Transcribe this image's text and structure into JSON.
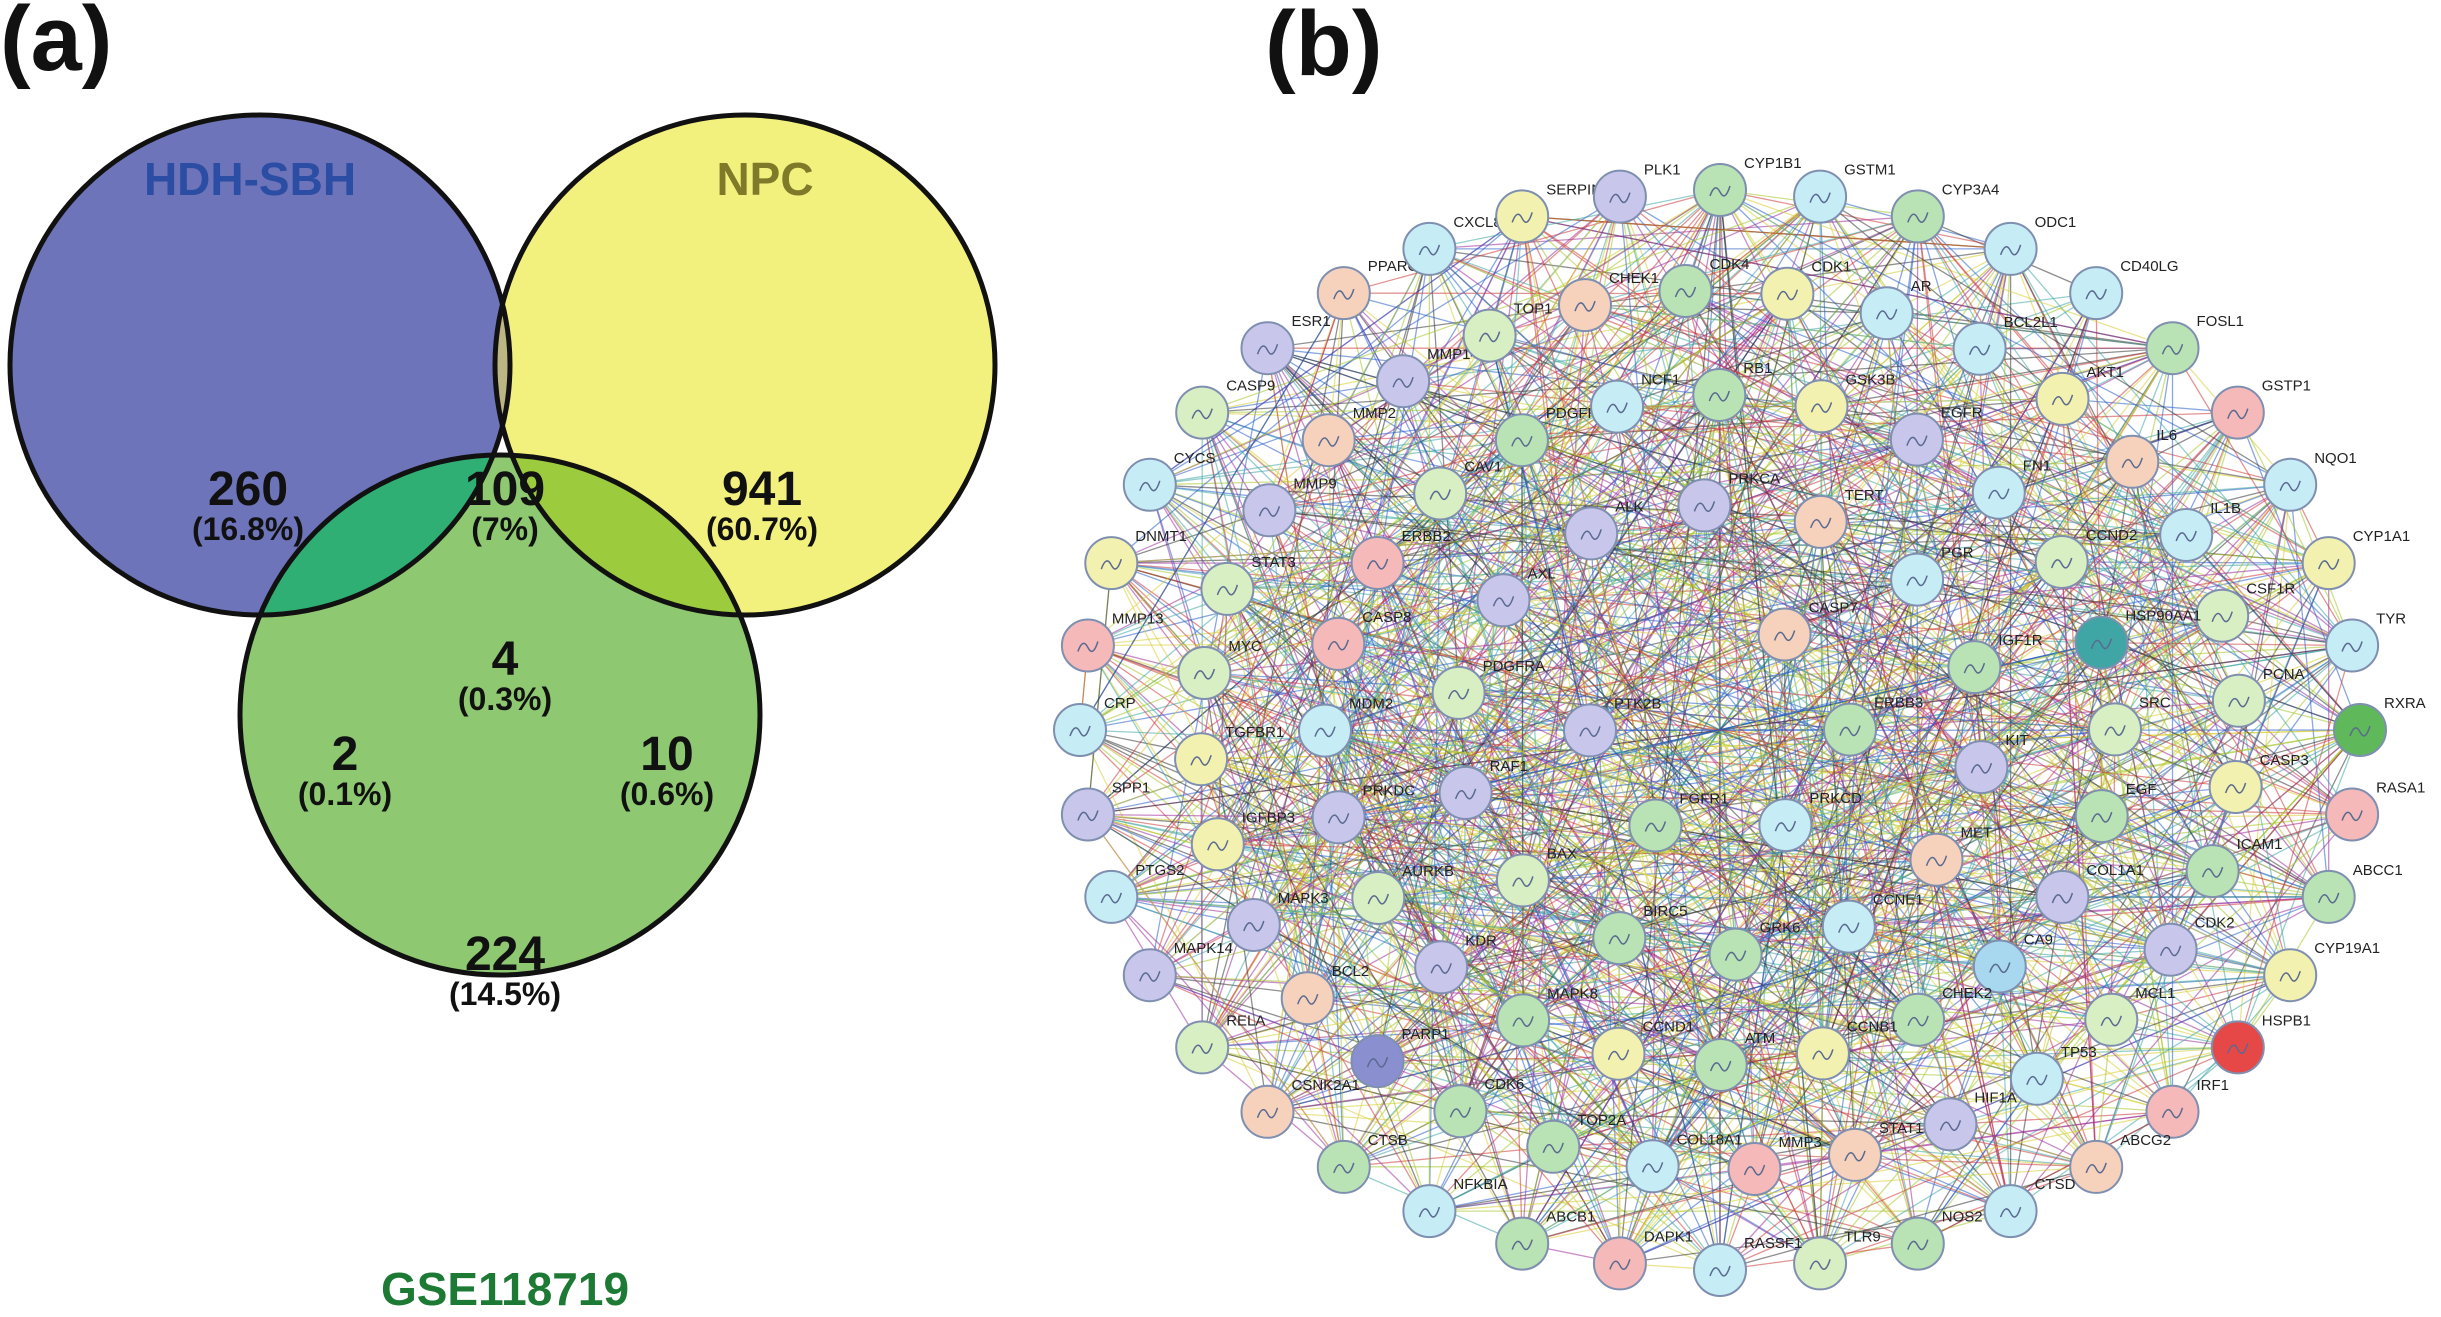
{
  "panels": {
    "a_label": "(a)",
    "b_label": "(b)"
  },
  "venn": {
    "sets": [
      {
        "name": "HDH-SBH",
        "color": "#2b4da3",
        "fill": "#6e74ba"
      },
      {
        "name": "NPC",
        "color": "#7f7a2a",
        "fill": "#f3f17e"
      },
      {
        "name": "GSE118719",
        "color": "#1d7a35",
        "fill": "#8ec972"
      }
    ],
    "regions": [
      {
        "id": "hdh-only",
        "count": "260",
        "pct": "(16.8%)"
      },
      {
        "id": "hdh-npc",
        "count": "109",
        "pct": "(7%)"
      },
      {
        "id": "npc-only",
        "count": "941",
        "pct": "(60.7%)"
      },
      {
        "id": "all-three",
        "count": "4",
        "pct": "(0.3%)"
      },
      {
        "id": "hdh-gse",
        "count": "2",
        "pct": "(0.1%)"
      },
      {
        "id": "npc-gse",
        "count": "10",
        "pct": "(0.6%)"
      },
      {
        "id": "gse-only",
        "count": "224",
        "pct": "(14.5%)"
      }
    ]
  },
  "network": {
    "colors": [
      "#b9e3b4",
      "#c6ecf5",
      "#f5b9b9",
      "#c9c6ec",
      "#f3f1b0",
      "#f6d2bd",
      "#a7d8f0",
      "#d8eec3"
    ],
    "edge_colors": [
      "#333333",
      "#a6c62a",
      "#9b2f9b",
      "#2a5fc9",
      "#d9cd35",
      "#3fa5a5",
      "#cc3b3b"
    ],
    "nodes": [
      {
        "label": "CYP1B1",
        "color": "#b9e3b4"
      },
      {
        "label": "GSTM1",
        "color": "#c6ecf5"
      },
      {
        "label": "CYP3A4",
        "color": "#b9e3b4"
      },
      {
        "label": "ODC1",
        "color": "#c6ecf5"
      },
      {
        "label": "CD40LG",
        "color": "#c6ecf5"
      },
      {
        "label": "FOSL1",
        "color": "#b9e3b4"
      },
      {
        "label": "GSTP1",
        "color": "#f5b9b9"
      },
      {
        "label": "NQO1",
        "color": "#c6ecf5"
      },
      {
        "label": "CYP1A1",
        "color": "#f3f1b0"
      },
      {
        "label": "TYR",
        "color": "#c6ecf5"
      },
      {
        "label": "RXRA",
        "color": "#5fb85a"
      },
      {
        "label": "RASA1",
        "color": "#f5b9b9"
      },
      {
        "label": "ABCC1",
        "color": "#b9e3b4"
      },
      {
        "label": "CYP19A1",
        "color": "#f3f1b0"
      },
      {
        "label": "HSPB1",
        "color": "#e64848"
      },
      {
        "label": "IRF1",
        "color": "#f5b9b9"
      },
      {
        "label": "ABCG2",
        "color": "#f6d2bd"
      },
      {
        "label": "CTSD",
        "color": "#c6ecf5"
      },
      {
        "label": "NOS2",
        "color": "#b9e3b4"
      },
      {
        "label": "TLR9",
        "color": "#d8eec3"
      },
      {
        "label": "RASSF1",
        "color": "#c6ecf5"
      },
      {
        "label": "DAPK1",
        "color": "#f5b9b9"
      },
      {
        "label": "ABCB1",
        "color": "#b9e3b4"
      },
      {
        "label": "NFKBIA",
        "color": "#c6ecf5"
      },
      {
        "label": "CTSB",
        "color": "#b9e3b4"
      },
      {
        "label": "CSNK2A1",
        "color": "#f6d2bd"
      },
      {
        "label": "RELA",
        "color": "#d8eec3"
      },
      {
        "label": "MAPK14",
        "color": "#c9c6ec"
      },
      {
        "label": "PTGS2",
        "color": "#c6ecf5"
      },
      {
        "label": "SPP1",
        "color": "#c9c6ec"
      },
      {
        "label": "CRP",
        "color": "#c6ecf5"
      },
      {
        "label": "MMP13",
        "color": "#f5b9b9"
      },
      {
        "label": "DNMT1",
        "color": "#f3f1b0"
      },
      {
        "label": "CYCS",
        "color": "#c6ecf5"
      },
      {
        "label": "CASP9",
        "color": "#d8eec3"
      },
      {
        "label": "ESR1",
        "color": "#c9c6ec"
      },
      {
        "label": "PPARG",
        "color": "#f6d2bd"
      },
      {
        "label": "CXCL8",
        "color": "#c6ecf5"
      },
      {
        "label": "SERPINE1",
        "color": "#f3f1b0"
      },
      {
        "label": "PLK1",
        "color": "#c9c6ec"
      },
      {
        "label": "CDK1",
        "color": "#f3f1b0"
      },
      {
        "label": "AR",
        "color": "#c6ecf5"
      },
      {
        "label": "BCL2L1",
        "color": "#c6ecf5"
      },
      {
        "label": "AKT1",
        "color": "#f3f1b0"
      },
      {
        "label": "IL6",
        "color": "#f6d2bd"
      },
      {
        "label": "IL1B",
        "color": "#c6ecf5"
      },
      {
        "label": "CSF1R",
        "color": "#d8eec3"
      },
      {
        "label": "PCNA",
        "color": "#d8eec3"
      },
      {
        "label": "CASP3",
        "color": "#f3f1b0"
      },
      {
        "label": "ICAM1",
        "color": "#b9e3b4"
      },
      {
        "label": "CDK2",
        "color": "#c9c6ec"
      },
      {
        "label": "MCL1",
        "color": "#d8eec3"
      },
      {
        "label": "TP53",
        "color": "#c6ecf5"
      },
      {
        "label": "HIF1A",
        "color": "#c9c6ec"
      },
      {
        "label": "STAT1",
        "color": "#f6d2bd"
      },
      {
        "label": "MMP3",
        "color": "#f5b9b9"
      },
      {
        "label": "COL18A1",
        "color": "#c6ecf5"
      },
      {
        "label": "TOP2A",
        "color": "#b9e3b4"
      },
      {
        "label": "CDK6",
        "color": "#b9e3b4"
      },
      {
        "label": "PARP1",
        "color": "#8a8fd0"
      },
      {
        "label": "BCL2",
        "color": "#f6d2bd"
      },
      {
        "label": "MAPK3",
        "color": "#c9c6ec"
      },
      {
        "label": "IGFBP3",
        "color": "#f3f1b0"
      },
      {
        "label": "TGFBR1",
        "color": "#f3f1b0"
      },
      {
        "label": "MYC",
        "color": "#d8eec3"
      },
      {
        "label": "STAT3",
        "color": "#d8eec3"
      },
      {
        "label": "MMP9",
        "color": "#c9c6ec"
      },
      {
        "label": "MMP2",
        "color": "#f6d2bd"
      },
      {
        "label": "MMP14",
        "color": "#c9c6ec"
      },
      {
        "label": "TOP1",
        "color": "#d8eec3"
      },
      {
        "label": "CHEK1",
        "color": "#f6d2bd"
      },
      {
        "label": "CDK4",
        "color": "#b9e3b4"
      },
      {
        "label": "GSK3B",
        "color": "#f3f1b0"
      },
      {
        "label": "EGFR",
        "color": "#c9c6ec"
      },
      {
        "label": "FN1",
        "color": "#c6ecf5"
      },
      {
        "label": "CCND2",
        "color": "#d8eec3"
      },
      {
        "label": "HSP90AA1",
        "color": "#3fa5a5"
      },
      {
        "label": "SRC",
        "color": "#d8eec3"
      },
      {
        "label": "EGF",
        "color": "#b9e3b4"
      },
      {
        "label": "COL1A1",
        "color": "#c9c6ec"
      },
      {
        "label": "CA9",
        "color": "#a7d8f0"
      },
      {
        "label": "CHEK2",
        "color": "#b9e3b4"
      },
      {
        "label": "CCNB1",
        "color": "#f3f1b0"
      },
      {
        "label": "ATM",
        "color": "#b9e3b4"
      },
      {
        "label": "CCND1",
        "color": "#f3f1b0"
      },
      {
        "label": "MAPK8",
        "color": "#b9e3b4"
      },
      {
        "label": "KDR",
        "color": "#c9c6ec"
      },
      {
        "label": "AURKB",
        "color": "#d8eec3"
      },
      {
        "label": "PRKDC",
        "color": "#c9c6ec"
      },
      {
        "label": "MDM2",
        "color": "#c6ecf5"
      },
      {
        "label": "CASP8",
        "color": "#f5b9b9"
      },
      {
        "label": "ERBB2",
        "color": "#f5b9b9"
      },
      {
        "label": "CAV1",
        "color": "#d8eec3"
      },
      {
        "label": "PDGFRB",
        "color": "#b9e3b4"
      },
      {
        "label": "NCF1",
        "color": "#c6ecf5"
      },
      {
        "label": "RB1",
        "color": "#b9e3b4"
      },
      {
        "label": "TERT",
        "color": "#f6d2bd"
      },
      {
        "label": "PGR",
        "color": "#c6ecf5"
      },
      {
        "label": "IGF1R",
        "color": "#b9e3b4"
      },
      {
        "label": "KIT",
        "color": "#c9c6ec"
      },
      {
        "label": "MET",
        "color": "#f6d2bd"
      },
      {
        "label": "CCNE1",
        "color": "#c6ecf5"
      },
      {
        "label": "GRK6",
        "color": "#b9e3b4"
      },
      {
        "label": "BIRC5",
        "color": "#b9e3b4"
      },
      {
        "label": "BAX",
        "color": "#d8eec3"
      },
      {
        "label": "RAF1",
        "color": "#c9c6ec"
      },
      {
        "label": "PDGFRA",
        "color": "#d8eec3"
      },
      {
        "label": "AXL",
        "color": "#c9c6ec"
      },
      {
        "label": "ALK",
        "color": "#c9c6ec"
      },
      {
        "label": "PRKCA",
        "color": "#c9c6ec"
      },
      {
        "label": "CASP7",
        "color": "#f6d2bd"
      },
      {
        "label": "ERBB3",
        "color": "#b9e3b4"
      },
      {
        "label": "PRKCD",
        "color": "#c6ecf5"
      },
      {
        "label": "FGFR1",
        "color": "#b9e3b4"
      },
      {
        "label": "PTK2B",
        "color": "#c9c6ec"
      }
    ]
  }
}
